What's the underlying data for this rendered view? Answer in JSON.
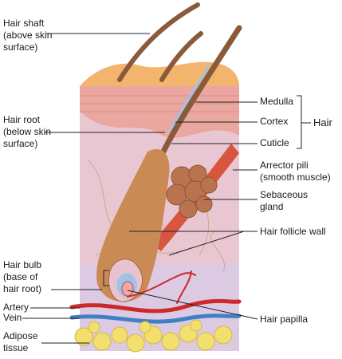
{
  "labels": {
    "hair_shaft": [
      "Hair shaft",
      "(above skin",
      "surface)"
    ],
    "hair_root": [
      "Hair root",
      "(below skin",
      "surface)"
    ],
    "hair_bulb": [
      "Hair bulb",
      "(base of",
      "hair root)"
    ],
    "artery": "Artery",
    "vein": "Vein",
    "adipose": [
      "Adipose",
      "tissue"
    ],
    "medulla": "Medulla",
    "cortex": "Cortex",
    "cuticle": "Cuticle",
    "hair": "Hair",
    "arrector": [
      "Arrector pili",
      "(smooth muscle)"
    ],
    "sebaceous": [
      "Sebaceous",
      "gland"
    ],
    "follicle_wall": "Hair follicle wall",
    "hair_papilla": "Hair papilla"
  },
  "colors": {
    "epidermis_top": "#f3b56d",
    "epidermis": "#e9a7a0",
    "dermis": "#e8c3cf",
    "hypodermis": "#dcc9e2",
    "follicle": "#c98a55",
    "hair": "#8a5a3a",
    "muscle": "#d8563f",
    "gland": "#b9744f",
    "artery": "#cc2a2a",
    "vein": "#3f7fc4",
    "fat": "#f3df6e",
    "leader": "#222222"
  }
}
